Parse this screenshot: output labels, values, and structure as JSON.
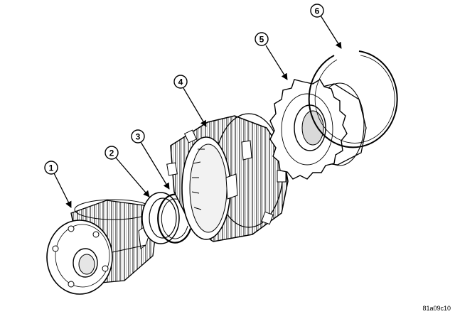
{
  "diagram": {
    "callouts": [
      {
        "id": 1,
        "label": "1"
      },
      {
        "id": 2,
        "label": "2"
      },
      {
        "id": 3,
        "label": "3"
      },
      {
        "id": 4,
        "label": "4"
      },
      {
        "id": 5,
        "label": "5"
      },
      {
        "id": 6,
        "label": "6"
      }
    ],
    "figure_code": "81a09c10"
  },
  "colors": {
    "line": "#000000",
    "fill": "#ffffff",
    "shade": "#d9d9d9"
  }
}
